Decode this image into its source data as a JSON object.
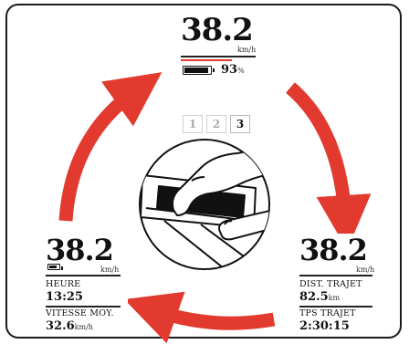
{
  "center_screen": {
    "speed": "38.2",
    "speed_unit": "km/h",
    "battery_percent": 93,
    "battery_label": "93",
    "battery_symbol": "%",
    "assist_levels": [
      "1",
      "2",
      "3"
    ],
    "active_level": "3"
  },
  "left_screen": {
    "speed": "38.2",
    "speed_unit": "km/h",
    "battery_percent": 80,
    "field1_label": "HEURE",
    "field1_value": "13:25",
    "field2_label": "VITESSE MOY.",
    "field2_value": "32.6",
    "field2_unit": "km/h"
  },
  "right_screen": {
    "speed": "38.2",
    "speed_unit": "km/h",
    "field1_label": "DIST. TRAJET",
    "field1_value": "82.5",
    "field1_unit": "km",
    "field2_label": "TPS TRAJET",
    "field2_value": "2:30:15"
  },
  "colors": {
    "arrow_red": "#e23a2e",
    "ink": "#111111"
  },
  "icons": {
    "cycle_arrows": "circular-arrows-icon",
    "illustration": "finger-pressing-button-icon"
  }
}
